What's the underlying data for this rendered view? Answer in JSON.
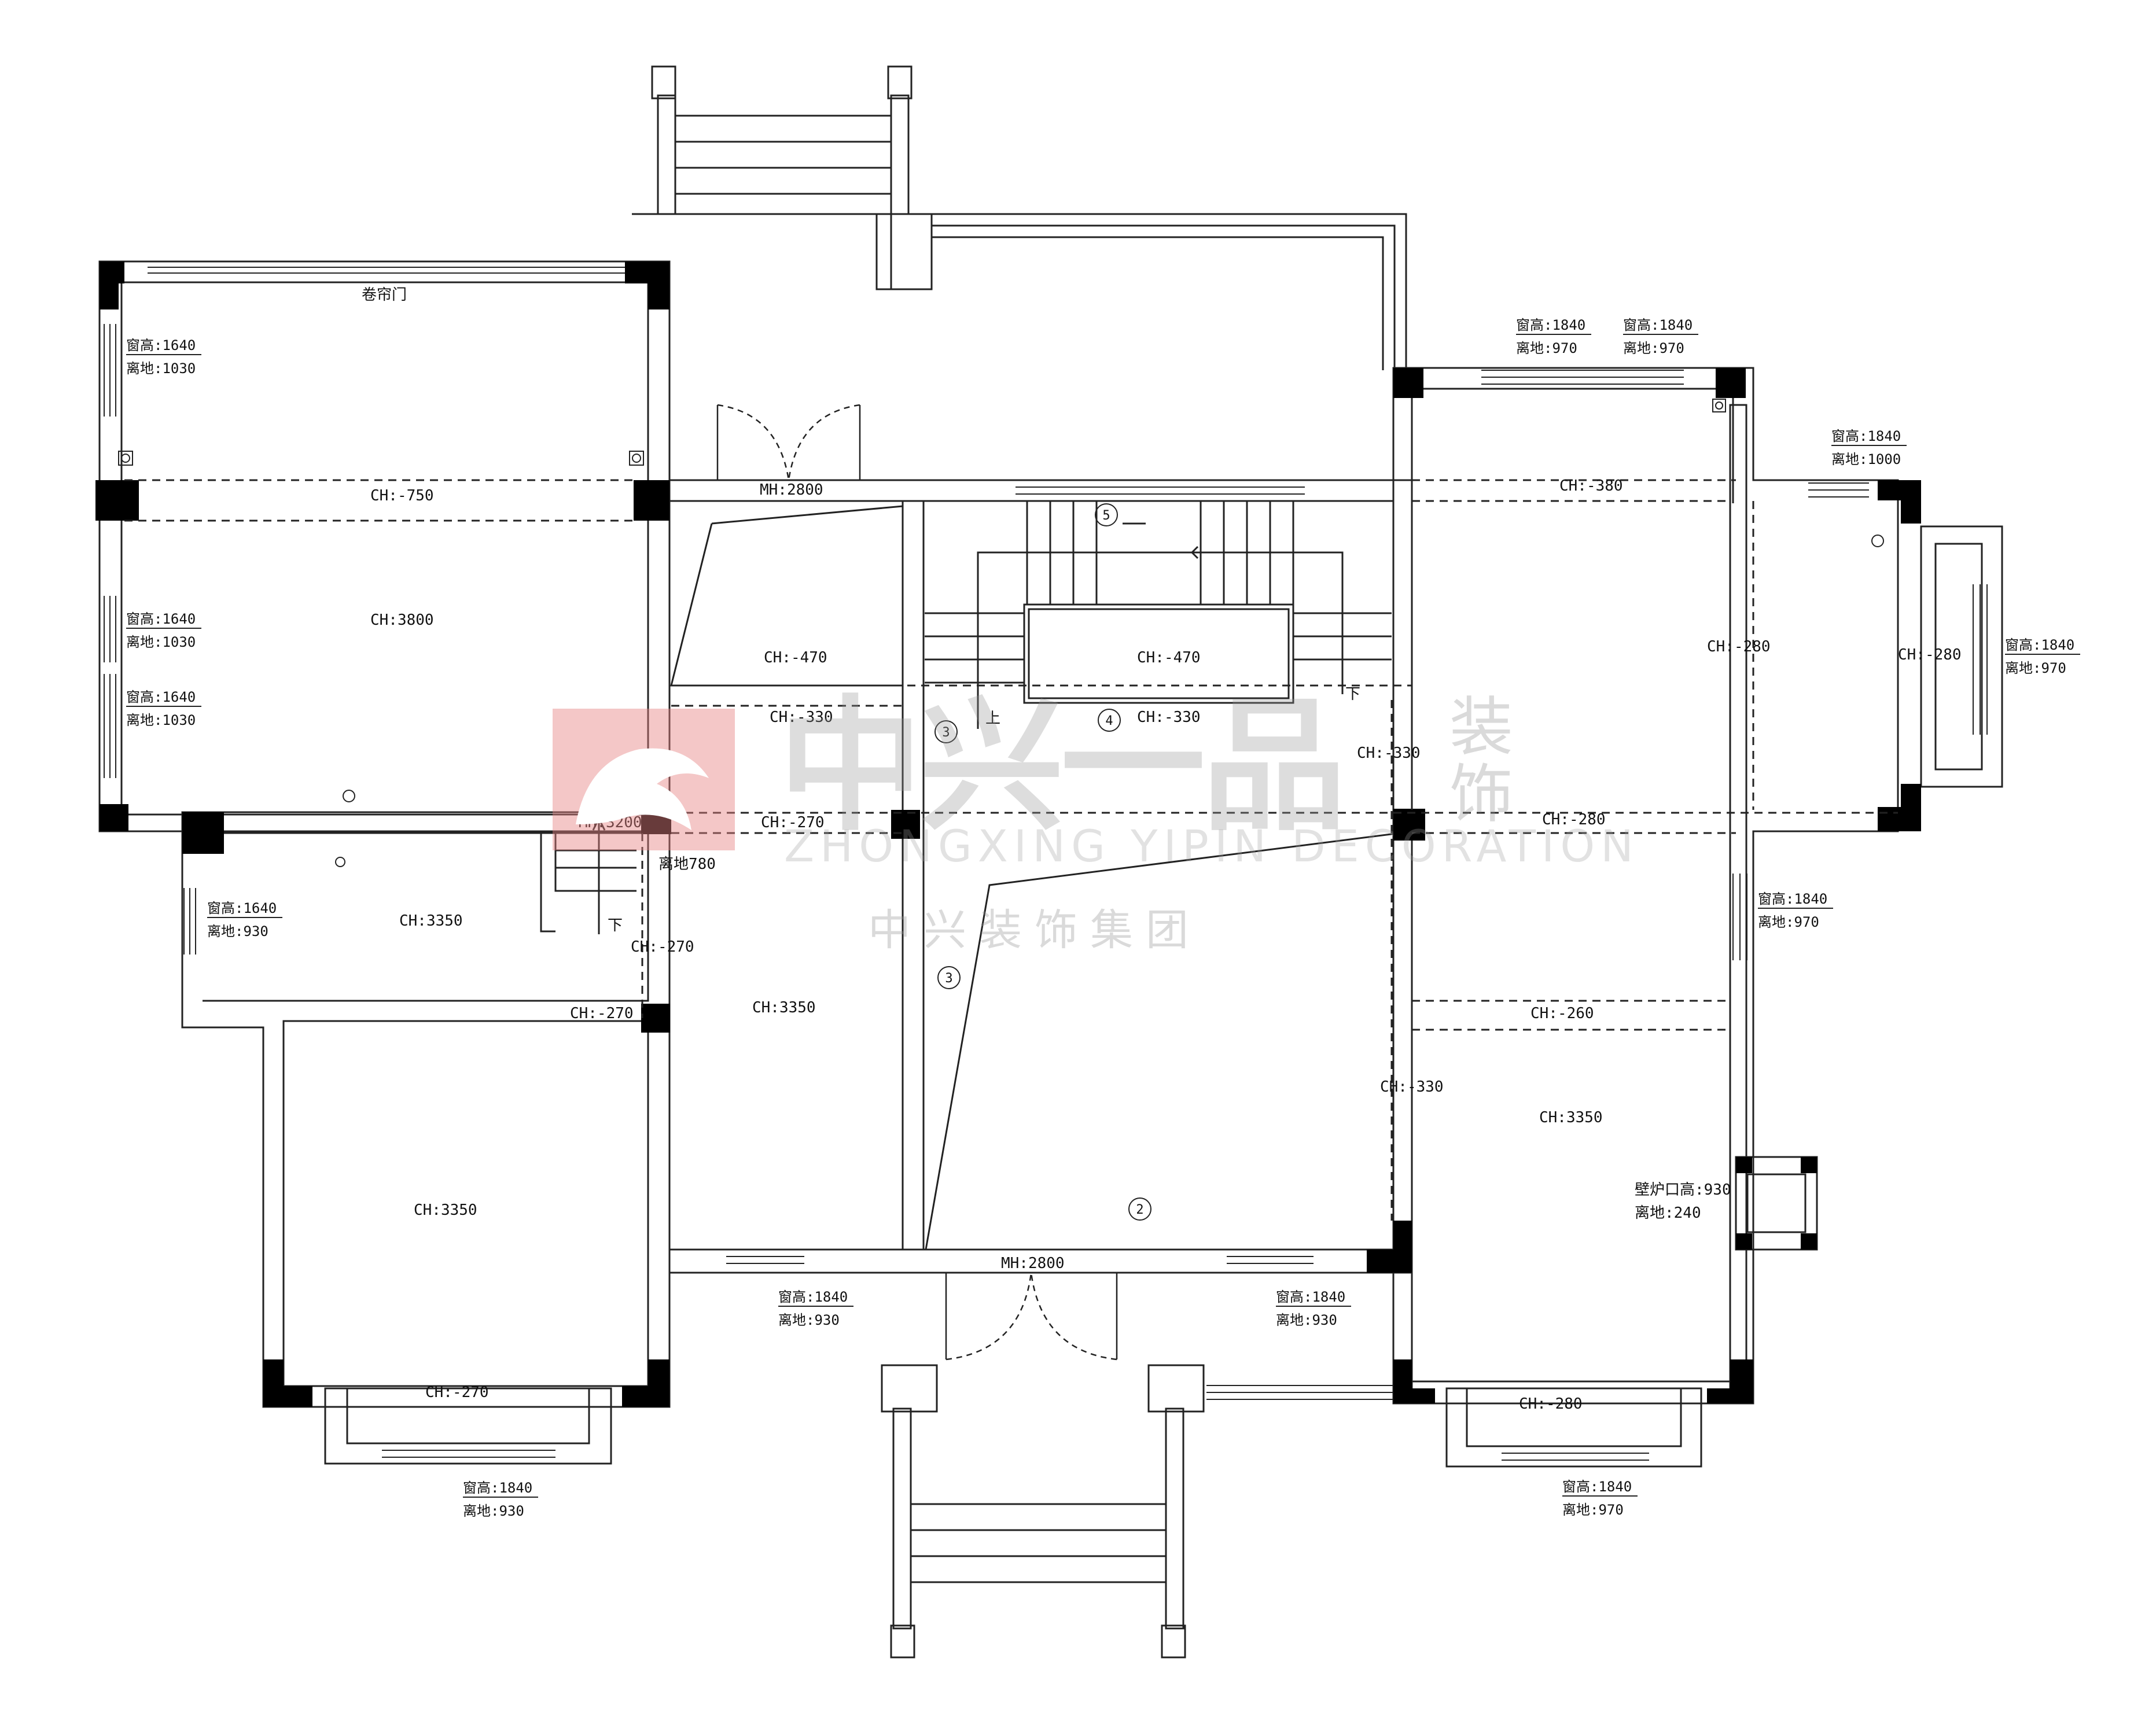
{
  "labels": {
    "room_tl": "CH:3800",
    "room_l": "CH:3350",
    "room_bl": "CH:3350",
    "room_mid": "CH:3350",
    "room_r": "CH:3350",
    "beam_top_l": "CH:-750",
    "beam_top_r": "CH:-380",
    "beam_470_a": "CH:-470",
    "beam_470_b": "CH:-470",
    "beam_330_a": "CH:-330",
    "beam_330_b": "CH:-330",
    "beam_330_c": "CH:-330",
    "beam_330_d": "CH:-330",
    "beam_270_a": "CH:-270",
    "beam_270_b": "CH:-270",
    "beam_270_c": "CH:-270",
    "beam_270_d": "CH:-270",
    "beam_280_a": "CH:-280",
    "beam_280_b": "CH:-280",
    "beam_280_c": "CH:-280",
    "beam_280_d": "CH:-280",
    "beam_260": "CH:-260",
    "mh_top": "MH:2800",
    "mh_bottom": "MH:2800",
    "mh_left": "MH:3200",
    "roller_door": "卷帘门",
    "fireplace_height": "壁炉口高:930",
    "fireplace_off": "离地:240",
    "sill_780": "离地780",
    "stair_up": "上",
    "stair_down_a": "下",
    "stair_down_b": "下",
    "marker_2": "2",
    "marker_3a": "3",
    "marker_3b": "3",
    "marker_4": "4",
    "marker_5": "5"
  },
  "windows": [
    {
      "h": "窗高:1640",
      "off": "离地:1030"
    },
    {
      "h": "窗高:1640",
      "off": "离地:1030"
    },
    {
      "h": "窗高:1640",
      "off": "离地:1030"
    },
    {
      "h": "窗高:1640",
      "off": "离地:930"
    },
    {
      "h": "窗高:1840",
      "off": "离地:970"
    },
    {
      "h": "窗高:1840",
      "off": "离地:970"
    },
    {
      "h": "窗高:1840",
      "off": "离地:1000"
    },
    {
      "h": "窗高:1840",
      "off": "离地:970"
    },
    {
      "h": "窗高:1840",
      "off": "离地:970"
    },
    {
      "h": "窗高:1840",
      "off": "离地:930"
    },
    {
      "h": "窗高:1840",
      "off": "离地:930"
    },
    {
      "h": "窗高:1840",
      "off": "离地:930"
    },
    {
      "h": "窗高:1840",
      "off": "离地:970"
    }
  ],
  "watermark": {
    "main": "中兴一品",
    "side": "装饰",
    "english": "ZHONGXING YIPIN DECORATION",
    "group": "中兴装饰集团"
  }
}
